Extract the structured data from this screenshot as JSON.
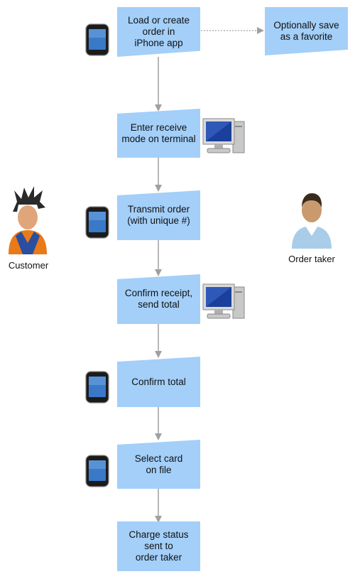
{
  "steps": [
    {
      "label": "Load or create\norder in\niPhone app"
    },
    {
      "label": "Enter receive\nmode on terminal"
    },
    {
      "label": "Transmit order\n(with unique #)"
    },
    {
      "label": "Confirm receipt,\nsend total"
    },
    {
      "label": "Confirm total"
    },
    {
      "label": "Select card\non file"
    },
    {
      "label": "Charge status\nsent to\norder taker"
    }
  ],
  "side_step": {
    "label": "Optionally save\nas a favorite"
  },
  "actors": {
    "customer": {
      "label": "Customer"
    },
    "order_taker": {
      "label": "Order taker"
    }
  },
  "colors": {
    "box": "#a3cff9",
    "arrow": "#a0a0a0"
  }
}
